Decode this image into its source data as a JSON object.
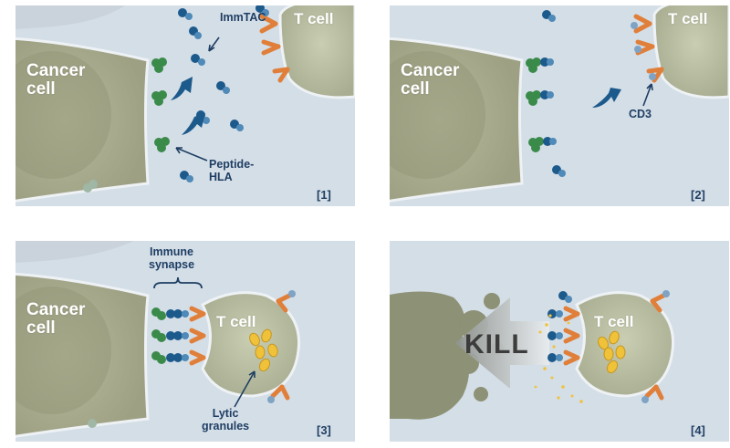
{
  "panels": [
    {
      "id": "1",
      "number": "[1]",
      "cancer_label": "Cancer\ncell",
      "tcell_label": "T cell",
      "immtac_label": "ImmTAC",
      "peptide_label": "Peptide-\nHLA"
    },
    {
      "id": "2",
      "number": "[2]",
      "cancer_label": "Cancer\ncell",
      "tcell_label": "T cell",
      "cd3_label": "CD3"
    },
    {
      "id": "3",
      "number": "[3]",
      "cancer_label": "Cancer\ncell",
      "tcell_label": "T cell",
      "synapse_label": "Immune\nsynapse",
      "granules_label": "Lytic\ngranules"
    },
    {
      "id": "4",
      "number": "[4]",
      "tcell_label": "T cell",
      "kill_label": "KILL"
    }
  ],
  "colors": {
    "background": "#d4dee7",
    "cancer_cell": "#a9ab8c",
    "tcell": "#bcc1a4",
    "receptor": "#1d5a8c",
    "peptide_hla": "#3a8a4a",
    "cd3": "#e07f3a",
    "granule": "#f0c23a",
    "text": "#1f3e63"
  }
}
